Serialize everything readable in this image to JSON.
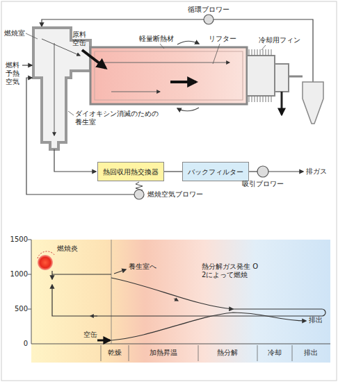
{
  "diagram": {
    "nodes": [
      {
        "text": [
          "熱回収用熱交換器"
        ]
      },
      {
        "text": [
          "バックフィルター"
        ]
      }
    ],
    "edges": [
      {
        "from": 0,
        "to": 1,
        "arrow": "none"
      }
    ],
    "labels": [
      "燃焼室",
      "燃料",
      "予熱空気",
      "原料空缶",
      "循環ブロワー",
      "軽量断熱材",
      "リフター",
      "冷却用フィン",
      "ダイオキシン消滅のための養生室",
      "吸引ブロワー",
      "排ガス",
      "燃焼空気ブロワー",
      "1500",
      "1000",
      "500",
      "0",
      "燃焼炎",
      "養生室へ",
      "熱分解ガス発生 O2によって燃焼",
      "空缶",
      "排出",
      "乾燥",
      "加熱昇温",
      "熱分解",
      "冷却",
      "排出"
    ]
  }
}
